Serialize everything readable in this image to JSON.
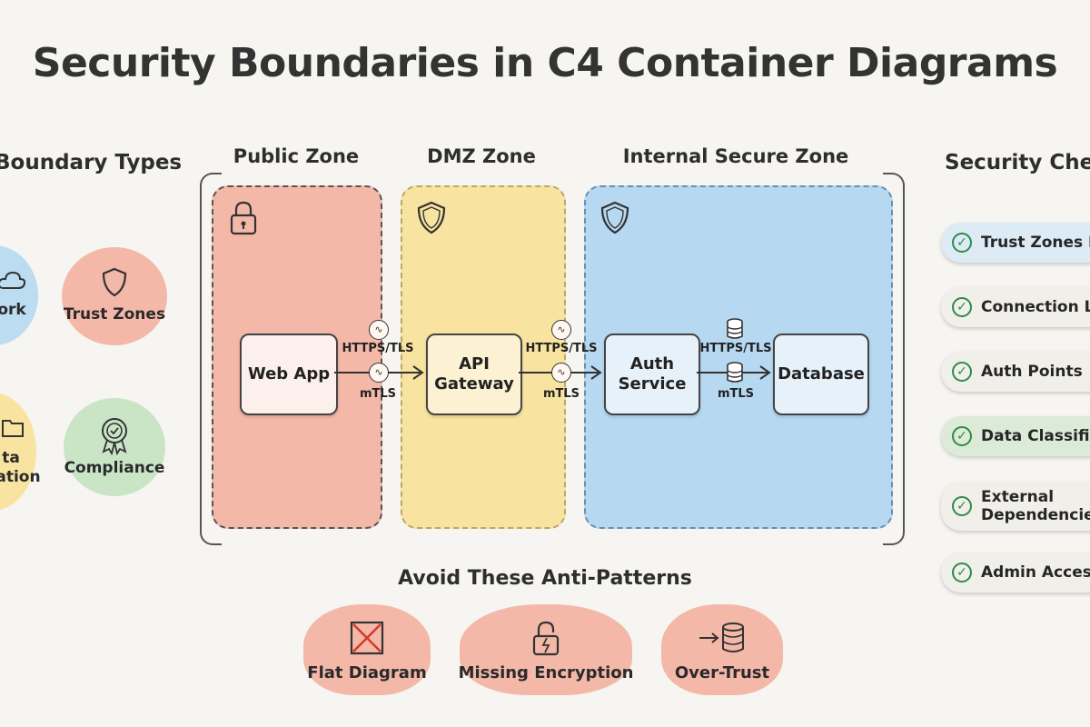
{
  "title": "Security Boundaries in C4 Container Diagrams",
  "boundary_types": {
    "heading": "Boundary Types",
    "items": [
      {
        "label": "ork",
        "icon": "cloud-icon",
        "color": "#bcdcf2"
      },
      {
        "label": "Trust Zones",
        "icon": "shield-icon",
        "color": "#f4b8a9"
      },
      {
        "label_line1": "ta",
        "label_line2": "ication",
        "icon": "folder-icon",
        "color": "#f8e4a0"
      },
      {
        "label": "Compliance",
        "icon": "certificate-badge-icon",
        "color": "#c9e5c6"
      }
    ]
  },
  "zones": {
    "public": {
      "label": "Public Zone",
      "icon": "lock-icon",
      "color": "#f4b8a9"
    },
    "dmz": {
      "label": "DMZ Zone",
      "icon": "shield-icon",
      "color": "#f8e4a0"
    },
    "internal": {
      "label": "Internal Secure Zone",
      "icon": "shield-icon",
      "color": "#b7d8f1"
    }
  },
  "containers": {
    "web_app": "Web App",
    "api_gateway_line1": "API",
    "api_gateway_line2": "Gateway",
    "auth_service_line1": "Auth",
    "auth_service_line2": "Service",
    "database": "Database"
  },
  "connections": [
    {
      "top": "HTTPS/TLS",
      "bottom": "mTLS",
      "top_icon": "signal-icon",
      "bottom_icon": "signal-icon"
    },
    {
      "top": "HTTPS/TLS",
      "bottom": "mTLS",
      "top_icon": "signal-icon",
      "bottom_icon": "signal-icon"
    },
    {
      "top": "HTTPS/TLS",
      "bottom": "mTLS",
      "top_icon": "database-icon",
      "bottom_icon": "database-icon"
    }
  ],
  "checklist": {
    "heading": "Security Chec",
    "items": [
      {
        "label": "Trust Zones D",
        "style": "blue"
      },
      {
        "label": "Connection La",
        "style": "plain"
      },
      {
        "label": "Auth Points",
        "style": "plain"
      },
      {
        "label": "Data Classific",
        "style": "green"
      },
      {
        "label_line1": "External",
        "label_line2": "Dependencies",
        "style": "plain"
      },
      {
        "label": "Admin Access",
        "style": "plain"
      }
    ],
    "check_color": "#2e8b47"
  },
  "anti_patterns": {
    "heading": "Avoid These Anti-Patterns",
    "items": [
      {
        "label": "Flat Diagram",
        "icon": "crossed-box-icon"
      },
      {
        "label": "Missing Encryption",
        "icon": "broken-lock-icon"
      },
      {
        "label": "Over-Trust",
        "icon": "arrow-database-icon"
      }
    ]
  }
}
